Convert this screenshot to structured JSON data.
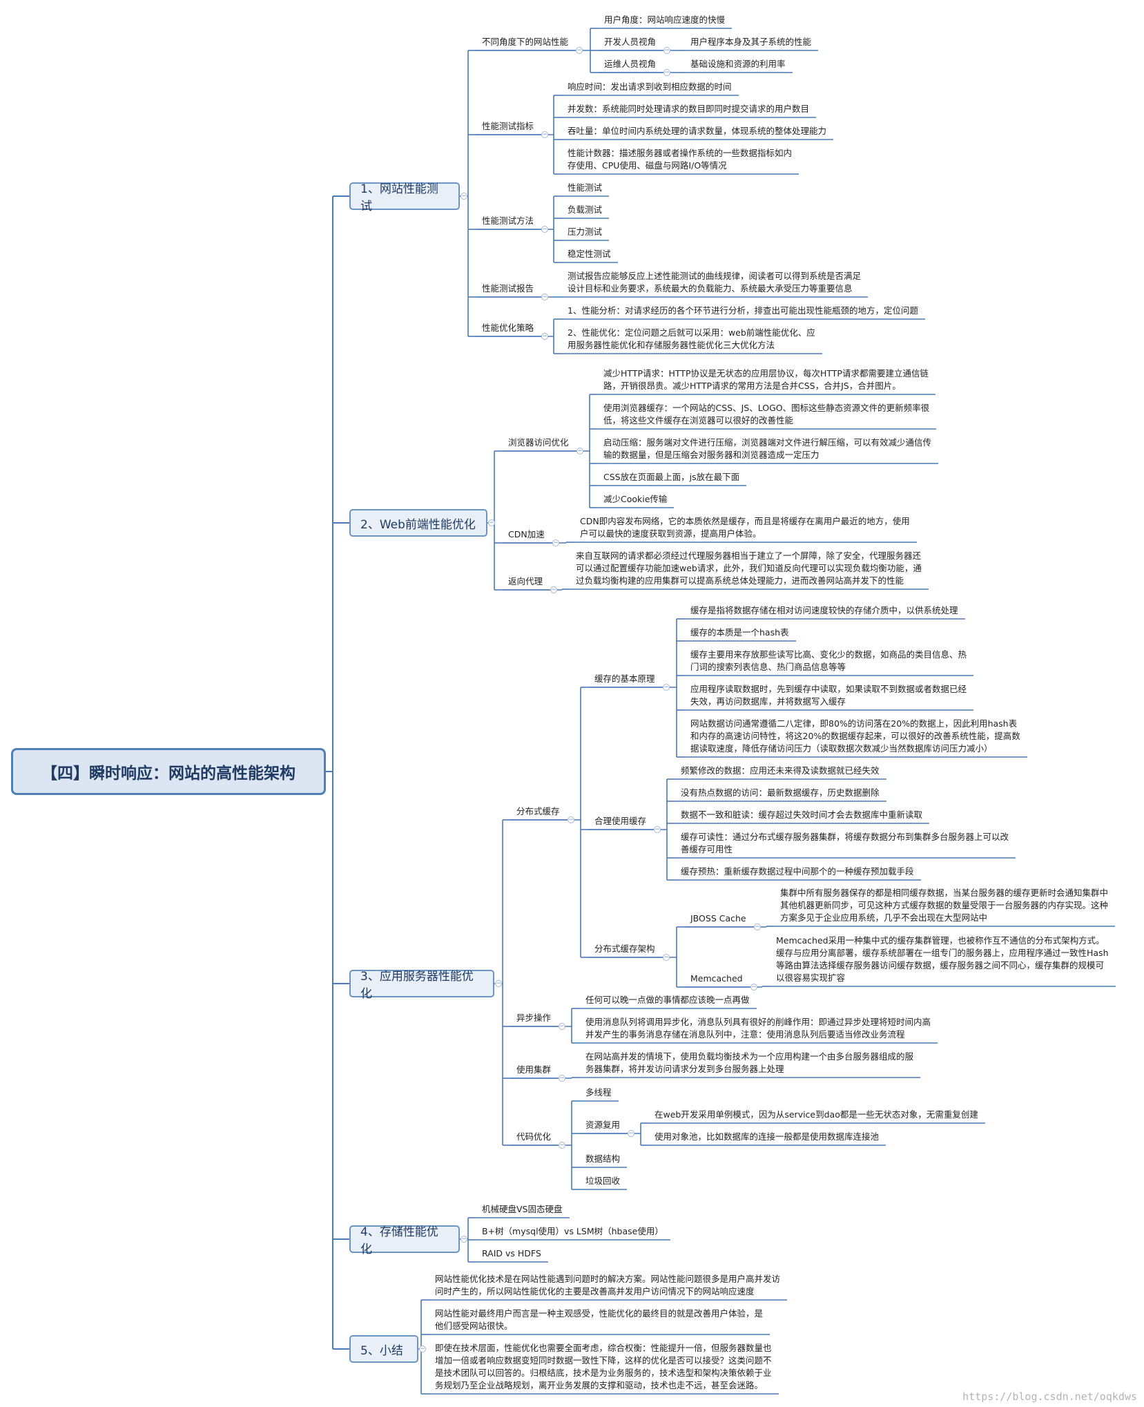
{
  "root": "【四】瞬时响应：网站的高性能架构",
  "watermark": "https://blog.csdn.net/oqkdws",
  "colors": {
    "line": "#4a7ab7",
    "root_fill": "#dce6f2",
    "main_fill": "#e9eff7"
  },
  "s1": {
    "title": "1、网站性能测试",
    "a": "不同角度下的网站性能",
    "a1": "用户角度：网站响应速度的快慢",
    "a2": "开发人员视角",
    "a2a": "用户程序本身及其子系统的性能",
    "a3": "运维人员视角",
    "a3a": "基础设施和资源的利用率",
    "b": "性能测试指标",
    "b1": "响应时间：发出请求到收到相应数据的时间",
    "b2": "并发数：系统能同时处理请求的数目即同时提交请求的用户数目",
    "b3": "吞吐量：单位时间内系统处理的请求数量，体现系统的整体处理能力",
    "b4": "性能计数器：描述服务器或者操作系统的一些数据指标如内\n存使用、CPU使用、磁盘与网路I/O等情况",
    "c": "性能测试方法",
    "c1": "性能测试",
    "c2": "负载测试",
    "c3": "压力测试",
    "c4": "稳定性测试",
    "d": "性能测试报告",
    "d1": "测试报告应能够反应上述性能测试的曲线规律，阅读者可以得到系统是否满足\n设计目标和业务要求，系统最大的负载能力、系统最大承受压力等重要信息",
    "e": "性能优化策略",
    "e1": "1、性能分析：对请求经历的各个环节进行分析，排查出可能出现性能瓶颈的地方，定位问题",
    "e2": "2、性能优化：定位问题之后就可以采用：web前端性能优化、应\n用服务器性能优化和存储服务器性能优化三大优化方法"
  },
  "s2": {
    "title": "2、Web前端性能优化",
    "a": "浏览器访问优化",
    "a1": "减少HTTP请求：HTTP协议是无状态的应用层协议，每次HTTP请求都需要建立通信链\n路，开销很昂贵。减少HTTP请求的常用方法是合并CSS，合并JS，合并图片。",
    "a2": "使用浏览器缓存：一个网站的CSS、JS、LOGO、图标这些静态资源文件的更新频率很\n低，将这些文件缓存在浏览器可以很好的改善性能",
    "a3": "启动压缩：服务端对文件进行压缩，浏览器端对文件进行解压缩，可以有效减少通信传\n输的数据量，但是压缩会对服务器和浏览器造成一定压力",
    "a4": "CSS放在页面最上面，js放在最下面",
    "a5": "减少Cookie传输",
    "b": "CDN加速",
    "b1": "CDN即内容发布网络，它的本质依然是缓存，而且是将缓存在离用户最近的地方，使用\n户可以最快的速度获取到资源，提高用户体验。",
    "c": "返向代理",
    "c1": "来自互联网的请求都必须经过代理服务器相当于建立了一个屏障，除了安全，代理服务器还\n可以通过配置缓存功能加速web请求，此外，我们知道反向代理可以实现负载均衡功能，通\n过负载均衡构建的应用集群可以提高系统总体处理能力，进而改善网站高并发下的性能"
  },
  "s3": {
    "title": "3、应用服务器性能优化",
    "a": "分布式缓存",
    "a_a": "缓存的基本原理",
    "a_a1": "缓存是指将数据存储在相对访问速度较快的存储介质中，以供系统处理",
    "a_a2": "缓存的本质是一个hash表",
    "a_a3": "缓存主要用来存放那些读写比高、变化少的数据，如商品的类目信息、热\n门词的搜索列表信息、热门商品信息等等",
    "a_a4": "应用程序读取数据时，先到缓存中读取，如果读取不到数据或者数据已经\n失效，再访问数据库，并将数据写入缓存",
    "a_a5": "网站数据访问通常遵循二八定律，即80%的访问落在20%的数据上，因此利用hash表\n和内存的高速访问特性，将这20%的数据缓存起来，可以很好的改善系统性能，提高数\n据读取速度，降低存储访问压力（读取数据次数减少当然数据库访问压力减小）",
    "a_b": "合理使用缓存",
    "a_b1": "频繁修改的数据：应用还未来得及读数据就已经失效",
    "a_b2": "没有热点数据的访问：最新数据缓存，历史数据删除",
    "a_b3": "数据不一致和脏读：缓存超过失效时间才会去数据库中重新读取",
    "a_b4": "缓存可读性：通过分布式缓存服务器集群，将缓存数据分布到集群多台服务器上可以改\n善缓存可用性",
    "a_b5": "缓存预热：重新缓存数据过程中间那个的一种缓存预加载手段",
    "a_c": "分布式缓存架构",
    "a_c1": "JBOSS Cache",
    "a_c1a": "集群中所有服务器保存的都是相同缓存数据，当某台服务器的缓存更新时会通知集群中\n其他机器更新同步，可见这种方式缓存数据的数量受限于一台服务器的内存实现。这种\n方案多见于企业应用系统，几乎不会出现在大型网站中",
    "a_c2": "Memcached",
    "a_c2a": "Memcached采用一种集中式的缓存集群管理，也被称作互不通信的分布式架构方式。\n缓存与应用分离部署，缓存系统部署在一组专门的服务器上，应用程序通过一致性Hash\n等路由算法选择缓存服务器访问缓存数据，缓存服务器之间不同心，缓存集群的规模可\n以很容易实现扩容",
    "b": "异步操作",
    "b1": "任何可以晚一点做的事情都应该晚一点再做",
    "b2": "使用消息队列将调用异步化，消息队列具有很好的削峰作用：即通过异步处理将短时间内高\n并发产生的事务消息存储在消息队列中，注意：使用消息队列后要适当修改业务流程",
    "c": "使用集群",
    "c1": "在网站高并发的情境下，使用负载均衡技术为一个应用构建一个由多台服务器组成的服\n务器集群，将并发访问请求分发到多台服务器上处理",
    "d": "代码优化",
    "d1": "多线程",
    "d2": "资源复用",
    "d2a": "在web开发采用单例模式，因为从service到dao都是一些无状态对象，无需重复创建",
    "d2b": "使用对象池，比如数据库的连接一般都是使用数据库连接池",
    "d3": "数据结构",
    "d4": "垃圾回收"
  },
  "s4": {
    "title": "4、存储性能优化",
    "a": "机械硬盘VS固态硬盘",
    "b": "B+树（mysql使用）vs LSM树（hbase使用）",
    "c": "RAID vs HDFS"
  },
  "s5": {
    "title": "5、小结",
    "a": "网站性能优化技术是在网站性能遇到问题时的解决方案。网站性能问题很多是用户高并发访\n问时产生的，所以网站性能优化的主要是改善高并发用户访问情况下的网站响应速度",
    "b": "网站性能对最终用户而言是一种主观感受，性能优化的最终目的就是改善用户体验，是\n他们感受网站很快。",
    "c": "即使在技术层面，性能优化也需要全面考虑，综合权衡：性能提升一倍，但服务器数量也\n增加一倍或者响应数据变短同时数据一致性下降，这样的优化是否可以接受？这类问题不\n是技术团队可以回答的。归根结底，技术是为业务服务的，技术选型和架构决策依赖于业\n务规划乃至企业战略规划，离开业务发展的支撑和驱动，技术也走不远，甚至会迷路。"
  }
}
